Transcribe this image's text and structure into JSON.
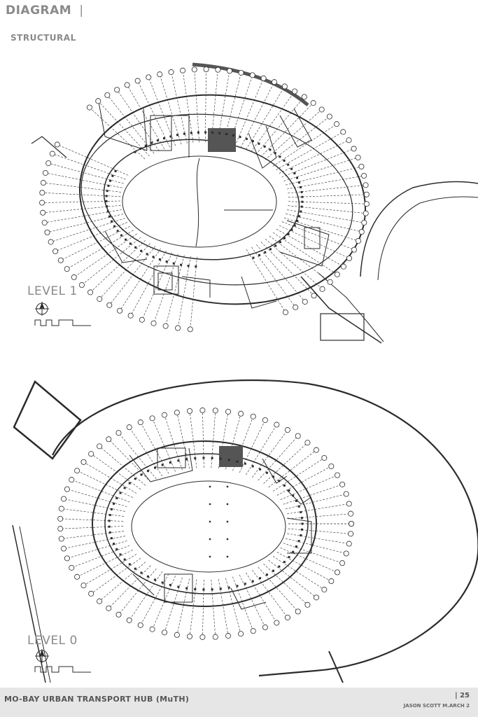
{
  "header": {
    "title": "DIAGRAM",
    "divider": "|",
    "subtitle": "STRUCTURAL"
  },
  "plans": [
    {
      "label": "LEVEL 1",
      "icons": [
        "north-arrow-icon",
        "scale-bar-icon"
      ]
    },
    {
      "label": "LEVEL 0",
      "icons": [
        "north-arrow-icon",
        "scale-bar-icon"
      ]
    }
  ],
  "footer": {
    "project": "MO-BAY URBAN TRANSPORT HUB (MuTH)",
    "page_number": "| 25",
    "author": "JASON SCOTT M.ARCH 2"
  },
  "colors": {
    "line": "#2b2b2b",
    "text_grey": "#8a8a8a",
    "footer_bg": "#e6e6e6"
  }
}
